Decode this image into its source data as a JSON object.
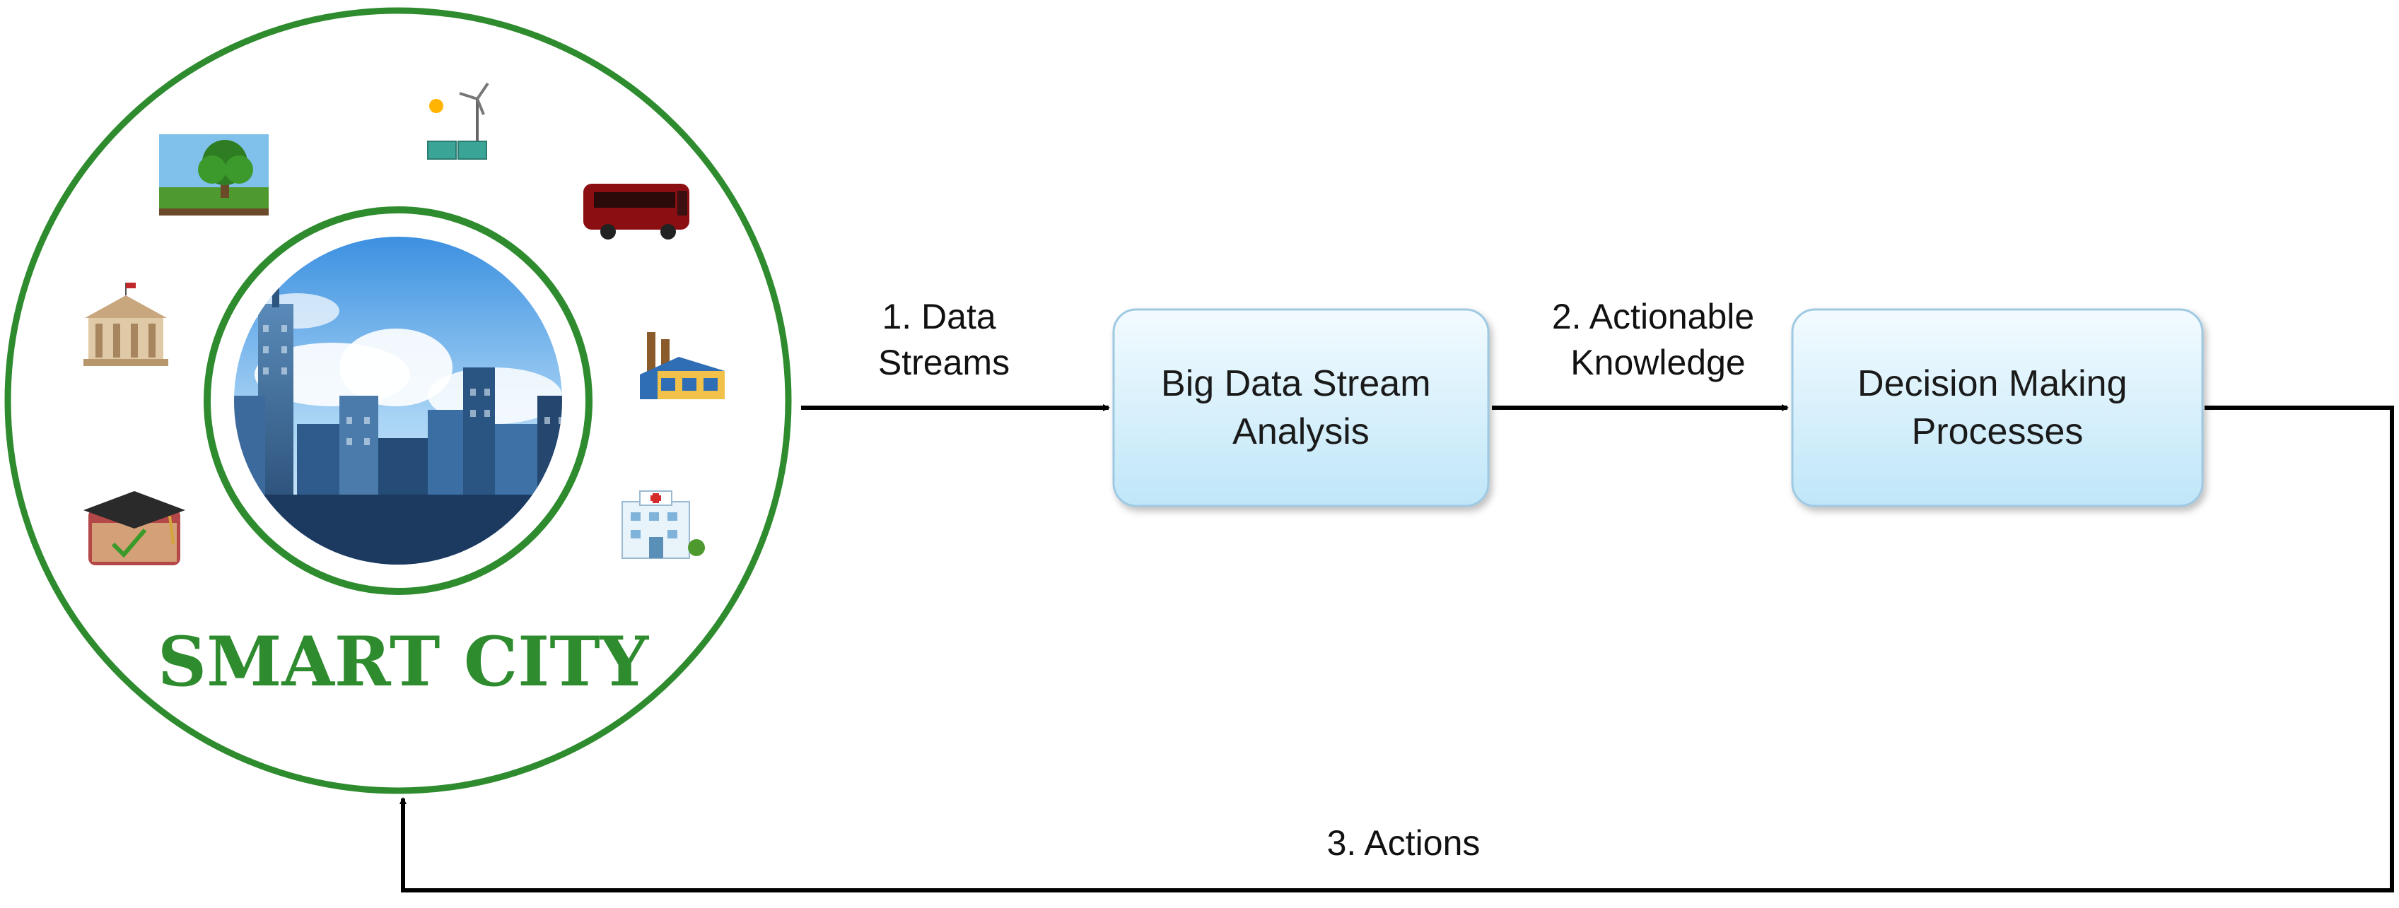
{
  "city": {
    "title": "SMART CITY",
    "icons": [
      "park-icon",
      "renewable-energy-icon",
      "bus-icon",
      "government-building-icon",
      "factory-icon",
      "education-icon",
      "hospital-icon"
    ]
  },
  "nodes": [
    {
      "id": "analysis",
      "lines": [
        "Big Data Stream",
        "Analysis"
      ]
    },
    {
      "id": "decision",
      "lines": [
        "Decision Making",
        "Processes"
      ]
    }
  ],
  "edges": [
    {
      "id": "data-streams",
      "lines": [
        "1. Data",
        "Streams"
      ]
    },
    {
      "id": "actionable-knowledge",
      "lines": [
        "2. Actionable",
        "Knowledge"
      ]
    },
    {
      "id": "actions",
      "lines": [
        "3. Actions"
      ]
    }
  ],
  "colors": {
    "ring": "#2e8b2e",
    "title": "#2e8b2e",
    "box_top": "#f3fbff",
    "box_bottom": "#bfe6f8",
    "box_border": "#9fc9e2",
    "arrow": "#000000"
  }
}
